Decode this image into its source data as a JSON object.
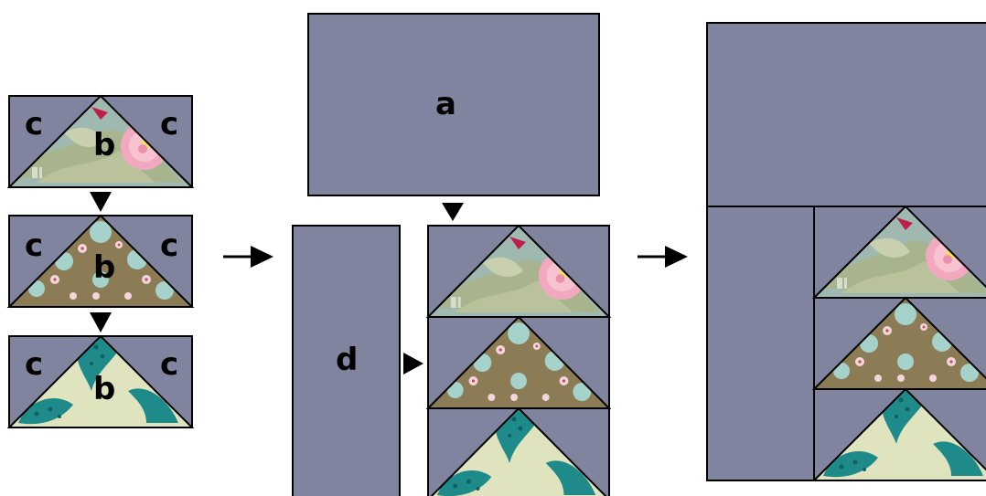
{
  "labels": {
    "a": "a",
    "b": "b",
    "c": "c",
    "d": "d"
  },
  "colors": {
    "background_fabric": "#80849e",
    "outline": "#000000",
    "rose_fabric_base": "#9fb9b1",
    "floral_fabric_base": "#8c7c55",
    "leaf_fabric_base": "#dfe3be",
    "leaf_accent": "#1f8a8a"
  }
}
